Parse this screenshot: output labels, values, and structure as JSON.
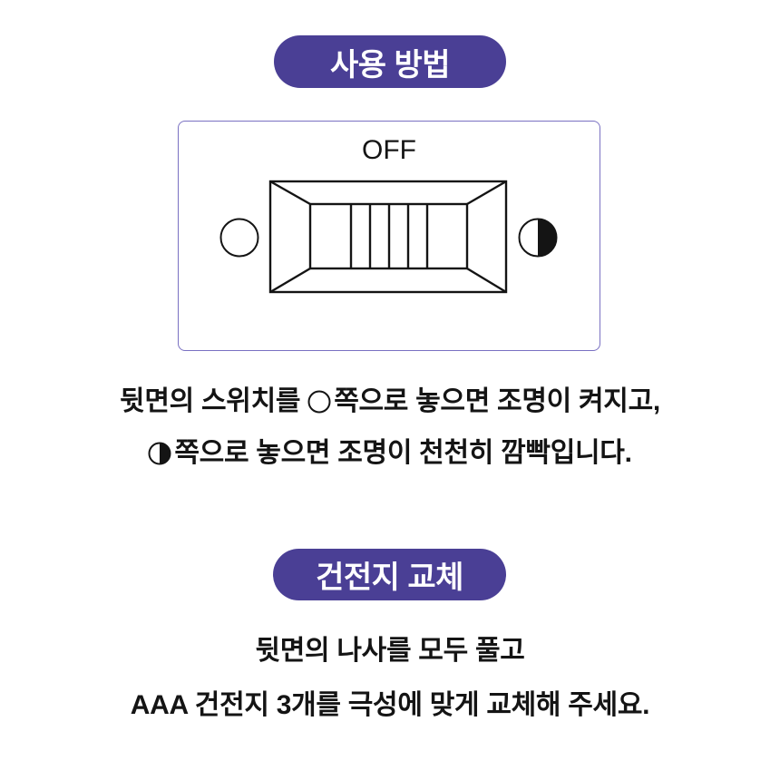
{
  "usage": {
    "badge": "사용 방법",
    "switch": {
      "state_label": "OFF",
      "left_position_icon": "empty-circle-icon",
      "right_position_icon": "half-filled-circle-icon"
    },
    "instruction_line1": {
      "text_before_icon": "뒷면의 스위치를",
      "icon": "empty-circle-icon",
      "text_after_icon": "쪽으로 놓으면 조명이 켜지고,"
    },
    "instruction_line2": {
      "icon": "half-filled-circle-icon",
      "text_after_icon": "쪽으로 놓으면 조명이 천천히 깜빡입니다."
    }
  },
  "battery_replacement": {
    "badge": "건전지 교체",
    "instruction_line1": "뒷면의 나사를 모두 풀고",
    "instruction_line2": "AAA 건전지 3개를 극성에 맞게 교체해 주세요."
  },
  "colors": {
    "accent": "#4a3f95",
    "box_border": "#7a71c2",
    "text": "#141414",
    "background": "#ffffff"
  }
}
